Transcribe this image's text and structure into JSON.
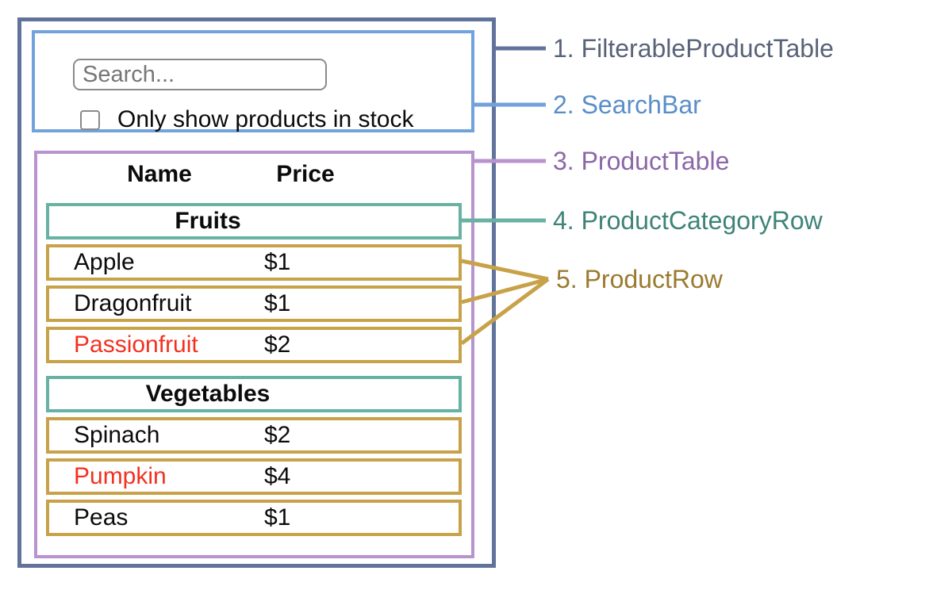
{
  "colors": {
    "slate": "#62739b",
    "blue": "#72a2dc",
    "purple": "#b893ce",
    "teal": "#67b2a2",
    "gold": "#c7a249",
    "label-slate": "#596378",
    "label-blue": "#5a8ec9",
    "label-purple": "#8b66a8",
    "label-teal": "#3e8377",
    "label-gold": "#9a7a2f",
    "red": "#f4301f",
    "text": "#0b0b0b",
    "input-border": "#8a8a8a",
    "placeholder": "#767676"
  },
  "search_bar": {
    "placeholder": "Search...",
    "checkbox_label": "Only show products in stock",
    "checkbox_checked": false
  },
  "product_table": {
    "headers": {
      "name": "Name",
      "price": "Price"
    },
    "groups": [
      {
        "category": "Fruits",
        "rows": [
          {
            "name": "Apple",
            "price": "$1",
            "in_stock": true
          },
          {
            "name": "Dragonfruit",
            "price": "$1",
            "in_stock": true
          },
          {
            "name": "Passionfruit",
            "price": "$2",
            "in_stock": false
          }
        ]
      },
      {
        "category": "Vegetables",
        "rows": [
          {
            "name": "Spinach",
            "price": "$2",
            "in_stock": true
          },
          {
            "name": "Pumpkin",
            "price": "$4",
            "in_stock": false
          },
          {
            "name": "Peas",
            "price": "$1",
            "in_stock": true
          }
        ]
      }
    ]
  },
  "legend": {
    "items": [
      {
        "text": "1. FilterableProductTable"
      },
      {
        "text": "2. SearchBar"
      },
      {
        "text": "3. ProductTable"
      },
      {
        "text": "4. ProductCategoryRow"
      },
      {
        "text": "5. ProductRow"
      }
    ]
  }
}
